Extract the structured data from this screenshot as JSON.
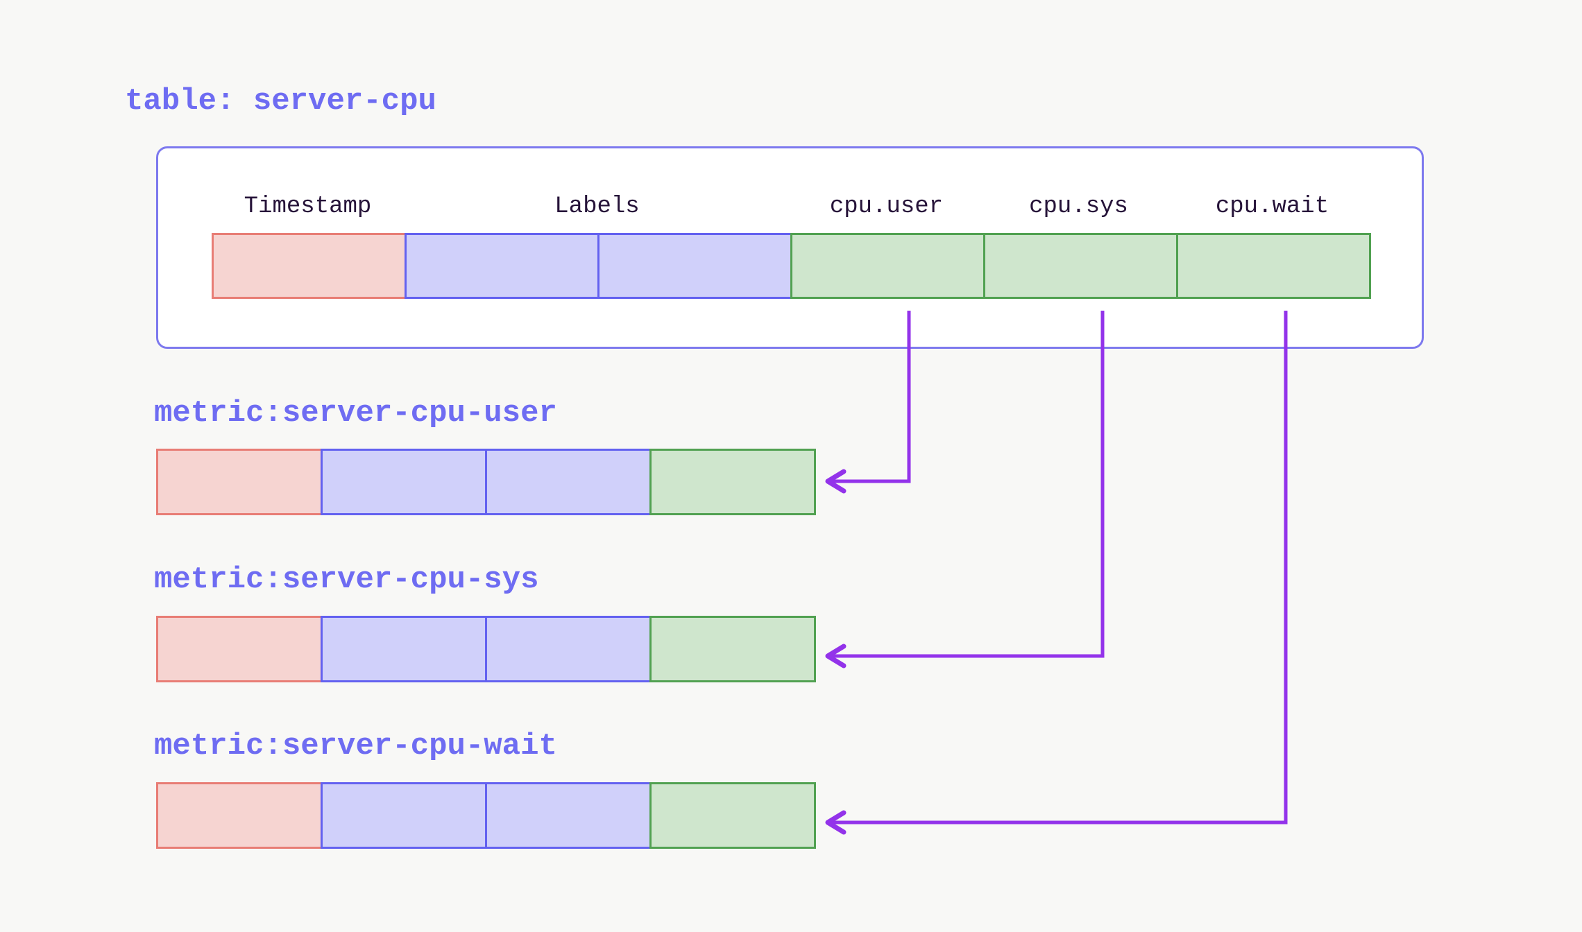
{
  "title": "table: server-cpu",
  "table": {
    "name": "server-cpu",
    "columns": [
      {
        "label": "Timestamp",
        "kind": "timestamp"
      },
      {
        "label": "Labels",
        "kind": "labels",
        "cell_count": 2
      },
      {
        "label": "cpu.user",
        "kind": "field"
      },
      {
        "label": "cpu.sys",
        "kind": "field"
      },
      {
        "label": "cpu.wait",
        "kind": "field"
      }
    ]
  },
  "metrics": [
    {
      "label": "metric:server-cpu-user",
      "source_column": "cpu.user"
    },
    {
      "label": "metric:server-cpu-sys",
      "source_column": "cpu.sys"
    },
    {
      "label": "metric:server-cpu-wait",
      "source_column": "cpu.wait"
    }
  ],
  "colors": {
    "background": "#f8f8f6",
    "panel": "#ffffff",
    "panel_border": "#7d79ee",
    "heading": "#6e6cf2",
    "header_text": "#261339",
    "timestamp_fill": "#f6d4d1",
    "timestamp_border": "#e87d75",
    "labels_fill": "#d0d0fa",
    "labels_border": "#6361f0",
    "field_fill": "#cfe6cd",
    "field_border": "#51a151",
    "arrow": "#9333ea"
  }
}
